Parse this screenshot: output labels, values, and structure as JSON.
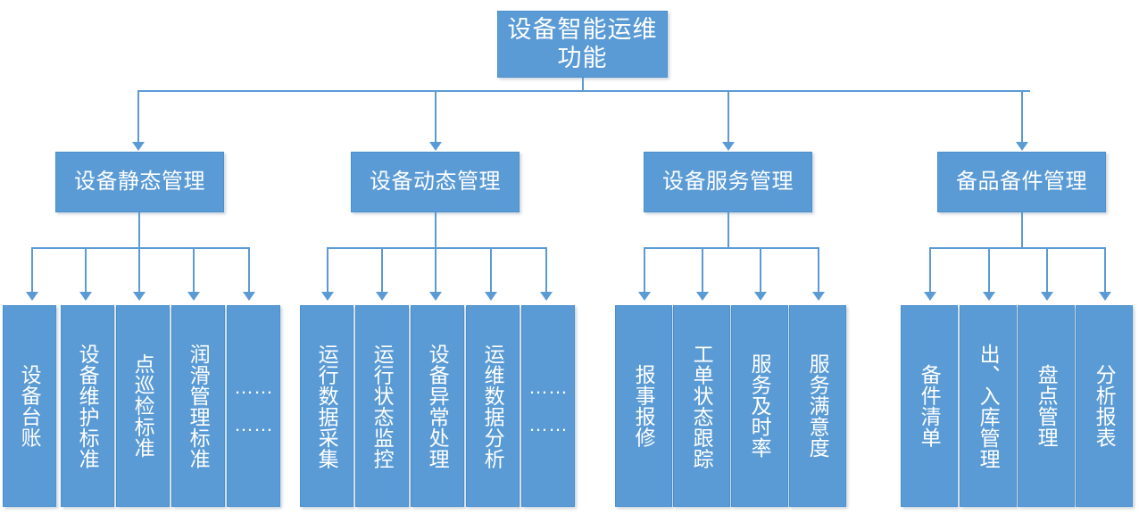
{
  "diagram": {
    "type": "tree-hierarchy",
    "title": "设备智能运维功能",
    "colors": {
      "node_fill": "#5B9BD5",
      "node_text": "#FFFFFF",
      "connector": "#5B9BD5",
      "background": "#FFFFFF"
    },
    "root": {
      "label": "设备智能运维功能"
    },
    "branches": [
      {
        "label": "设备静态管理",
        "children": [
          {
            "label": "设备台账"
          },
          {
            "label": "设备维护标准"
          },
          {
            "label": "点巡检标准"
          },
          {
            "label": "润滑管理标准"
          },
          {
            "label": "……\n……",
            "is_ellipsis": true
          }
        ]
      },
      {
        "label": "设备动态管理",
        "children": [
          {
            "label": "运行数据采集"
          },
          {
            "label": "运行状态监控"
          },
          {
            "label": "设备异常处理"
          },
          {
            "label": "运维数据分析"
          },
          {
            "label": "……\n……",
            "is_ellipsis": true
          }
        ]
      },
      {
        "label": "设备服务管理",
        "children": [
          {
            "label": "报事报修"
          },
          {
            "label": "工单状态跟踪"
          },
          {
            "label": "服务及时率"
          },
          {
            "label": "服务满意度"
          }
        ]
      },
      {
        "label": "备品备件管理",
        "children": [
          {
            "label": "备件清单"
          },
          {
            "label": "出、入库管理"
          },
          {
            "label": "盘点管理"
          },
          {
            "label": "分析报表"
          }
        ]
      }
    ]
  }
}
